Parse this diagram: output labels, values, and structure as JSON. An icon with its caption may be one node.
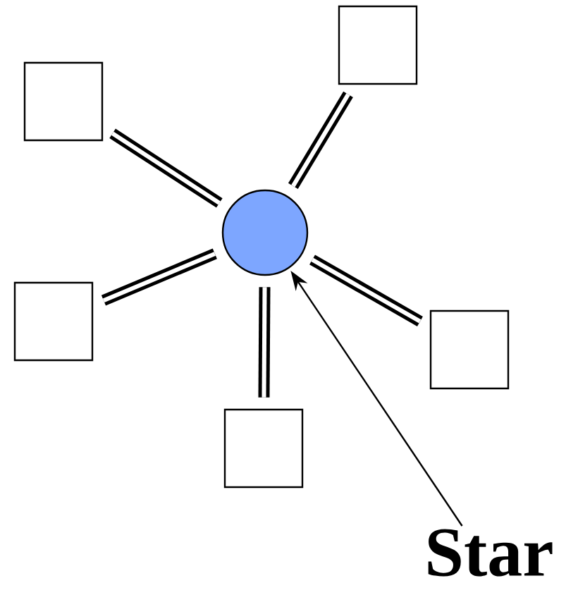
{
  "diagram": {
    "nodes": [
      {
        "text": [],
        "shape": "circle"
      },
      {
        "text": [],
        "shape": "box"
      },
      {
        "text": [],
        "shape": "box"
      },
      {
        "text": [],
        "shape": "box"
      },
      {
        "text": [],
        "shape": "box"
      },
      {
        "text": [],
        "shape": "box"
      },
      {
        "text": [
          "Star"
        ]
      }
    ],
    "edges": [
      {
        "from": 0,
        "to": 1,
        "arrow": "none"
      },
      {
        "from": 0,
        "to": 2,
        "arrow": "none"
      },
      {
        "from": 0,
        "to": 3,
        "arrow": "none"
      },
      {
        "from": 0,
        "to": 4,
        "arrow": "none"
      },
      {
        "from": 0,
        "to": 5,
        "arrow": "none"
      },
      {
        "from": 6,
        "to": 0,
        "arrow": "to"
      }
    ]
  }
}
